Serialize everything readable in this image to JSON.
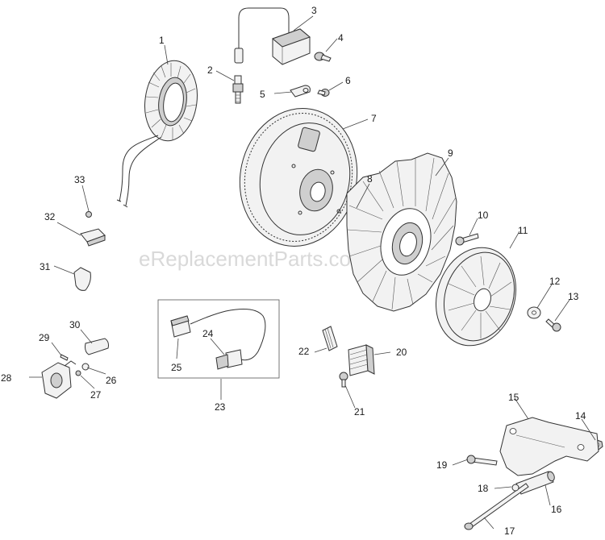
{
  "watermark": "eReplacementParts.com",
  "callouts": [
    "1",
    "2",
    "3",
    "4",
    "5",
    "6",
    "7",
    "8",
    "9",
    "10",
    "11",
    "12",
    "13",
    "14",
    "15",
    "16",
    "17",
    "18",
    "19",
    "20",
    "21",
    "22",
    "23",
    "24",
    "25",
    "26",
    "27",
    "28",
    "29",
    "30",
    "31",
    "32",
    "33"
  ]
}
